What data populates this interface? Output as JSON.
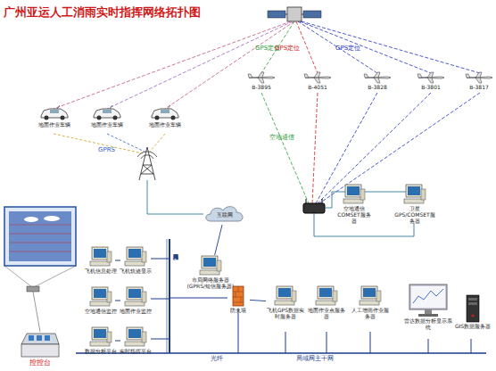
{
  "diagram": {
    "title": "广州亚运人工消雨实时指挥网络拓扑图",
    "nodes": [
      {
        "text": [
          "地面作业车辆"
        ]
      },
      {
        "text": [
          "地面作业车辆"
        ]
      },
      {
        "text": [
          "地面作业车辆"
        ]
      },
      {
        "text": [
          "B-3895"
        ]
      },
      {
        "text": [
          "B-4051"
        ]
      },
      {
        "text": [
          "B-3828"
        ]
      },
      {
        "text": [
          "B-3801"
        ]
      },
      {
        "text": [
          "B-3817"
        ]
      },
      {
        "text": [
          "互联网"
        ]
      },
      {
        "text": [
          "空地通信COMSET服务器"
        ]
      },
      {
        "text": [
          "卫星GPS/COMSET服务器"
        ]
      },
      {
        "text": [
          "市局网络服务器 (GPRS/短信服务器)"
        ]
      },
      {
        "text": [
          "防火墙"
        ]
      },
      {
        "text": [
          "飞机GPS数据实时服务器"
        ]
      },
      {
        "text": [
          "地面作业点服务器"
        ]
      },
      {
        "text": [
          "人工增雨作业服务器"
        ]
      },
      {
        "text": [
          "雷达数据分析显示系统"
        ]
      },
      {
        "text": [
          "GIS数据服务器"
        ]
      },
      {
        "text": [
          "飞机信息处理"
        ]
      },
      {
        "text": [
          "飞机轨迹显示"
        ]
      },
      {
        "text": [
          "空地通信监控"
        ]
      },
      {
        "text": [
          "地面作业监控"
        ]
      },
      {
        "text": [
          "数据分析平台"
        ]
      },
      {
        "text": [
          "实时指挥平台"
        ]
      },
      {
        "text": [
          "控控台"
        ]
      }
    ],
    "edges": [
      {
        "from": 8,
        "to": 11,
        "arrow": "none"
      },
      {
        "from": 11,
        "to": 12,
        "arrow": "none"
      },
      {
        "from": 12,
        "to": 13,
        "arrow": "none"
      }
    ],
    "labels": [
      "GPS定位",
      "GPS定位",
      "GPS定位",
      "空地通信",
      "GPRS",
      "局域网接入网",
      "光纤",
      "局域网主干网"
    ]
  }
}
